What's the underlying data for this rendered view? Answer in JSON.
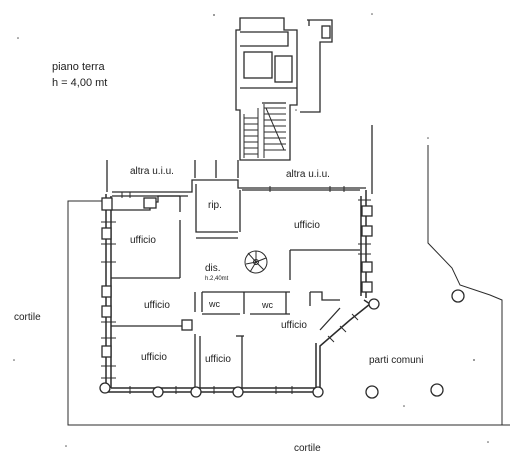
{
  "header": {
    "floor": "piano terra",
    "height": "h = 4,00 mt"
  },
  "rooms": {
    "altra_left": "altra u.i.u.",
    "altra_right": "altra u.i.u.",
    "rip": "rip.",
    "ufficio_top_right": "ufficio",
    "ufficio_left_upper": "ufficio",
    "dis": "dis.",
    "dis_height": "h.2,40mt",
    "ufficio_left_mid": "ufficio",
    "wc_1": "wc",
    "wc_2": "wc",
    "ufficio_right_mid": "ufficio",
    "ufficio_left_low": "ufficio",
    "ufficio_center_low": "ufficio",
    "parti_comuni": "parti comuni"
  },
  "outside": {
    "cortile_left": "cortile",
    "cortile_bottom": "cortile"
  }
}
